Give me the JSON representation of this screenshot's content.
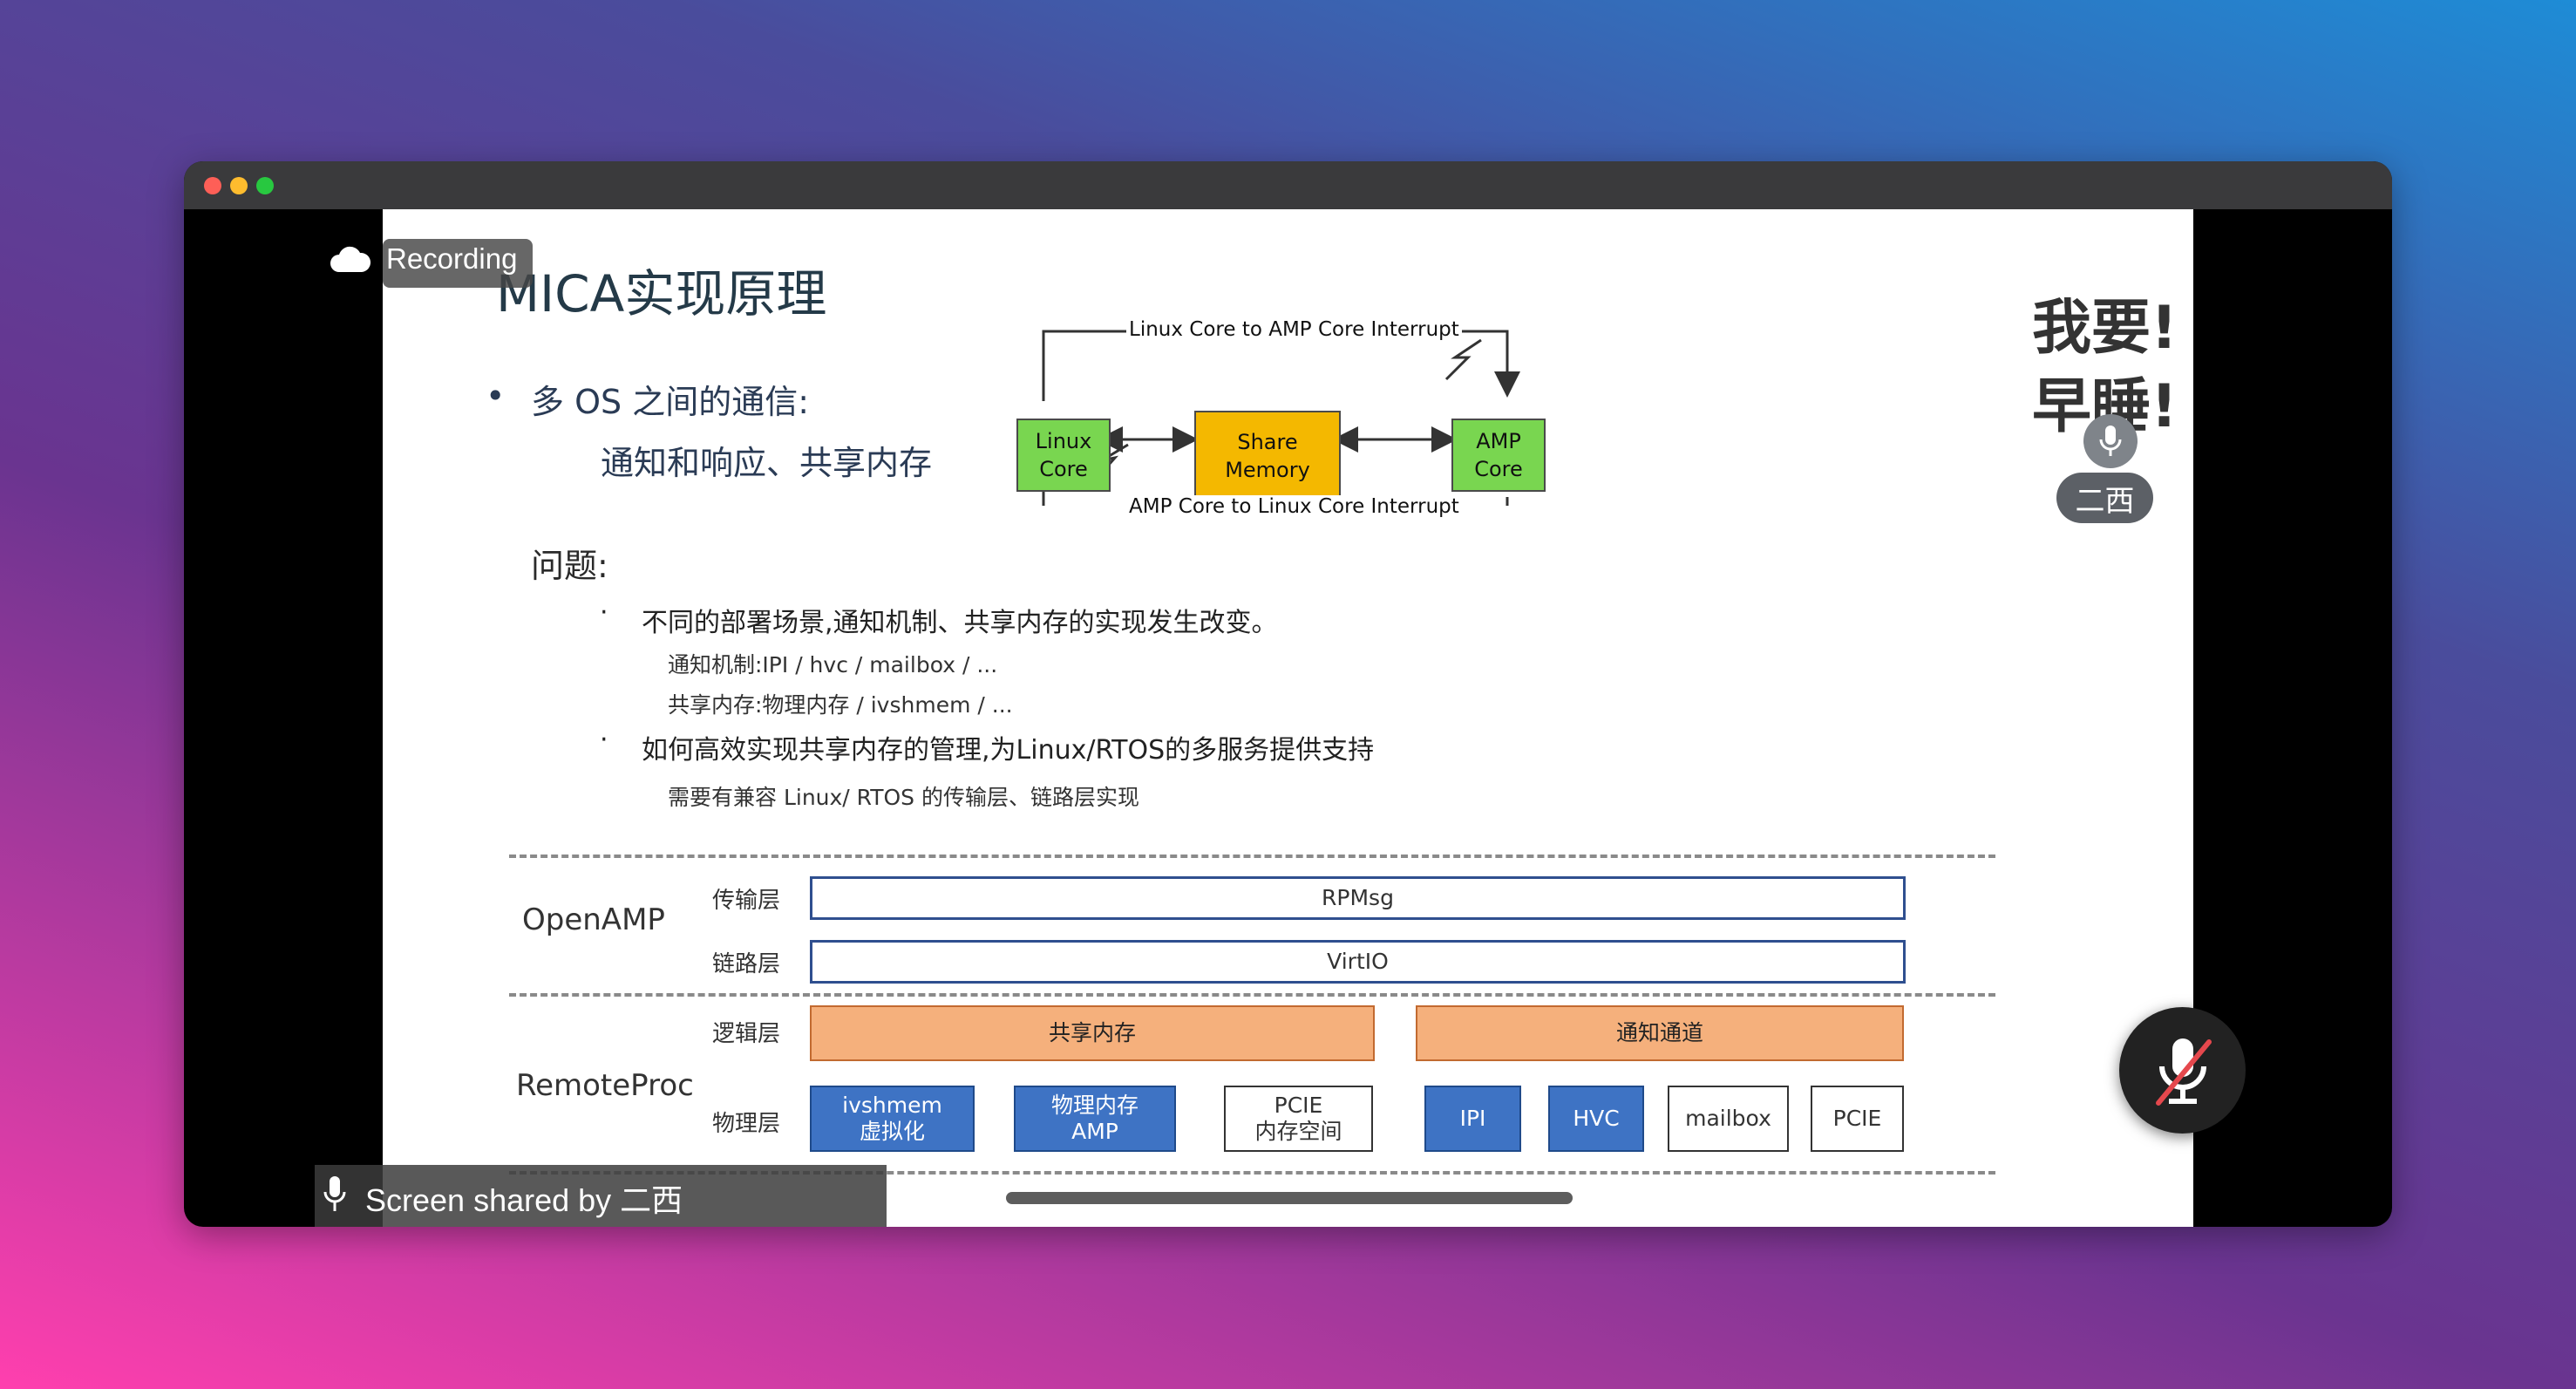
{
  "recording": {
    "label": "Recording"
  },
  "screen_share": {
    "label": "Screen shared by 二西"
  },
  "participant": {
    "name": "二西",
    "line1": "我要!",
    "line2": "早睡!"
  },
  "slide": {
    "title": "MICA实现原理",
    "bullet1": "多 OS 之间的通信:",
    "bullet1_sub": "通知和响应、共享内存",
    "issues_heading": "问题:",
    "issue1": "不同的部署场景,通知机制、共享内存的实现发生改变。",
    "issue1_sub1": "通知机制:IPI / hvc / mailbox / ...",
    "issue1_sub2": "共享内存:物理内存 / ivshmem / ...",
    "issue2": "如何高效实现共享内存的管理,为Linux/RTOS的多服务提供支持",
    "issue2_sub": "需要有兼容 Linux/ RTOS 的传输层、链路层实现",
    "diagram": {
      "linux_core_line1": "Linux",
      "linux_core_line2": "Core",
      "share_memory_line1": "Share",
      "share_memory_line2": "Memory",
      "amp_core_line1": "AMP",
      "amp_core_line2": "Core",
      "top_arrow_label": "Linux Core to AMP Core Interrupt",
      "bottom_arrow_label": "AMP Core to Linux Core Interrupt"
    },
    "arch": {
      "openamp": "OpenAMP",
      "remoteproc": "RemoteProc",
      "transport_layer": "传输层",
      "link_layer": "链路层",
      "logic_layer": "逻辑层",
      "physical_layer": "物理层",
      "rpmsg": "RPMsg",
      "virtio": "VirtIO",
      "shared_memory": "共享内存",
      "notify_channel": "通知通道",
      "ivshmem_line1": "ivshmem",
      "ivshmem_line2": "虚拟化",
      "physmem_line1": "物理内存",
      "physmem_line2": "AMP",
      "pcie_mem_line1": "PCIE",
      "pcie_mem_line2": "内存空间",
      "ipi": "IPI",
      "hvc": "HVC",
      "mailbox": "mailbox",
      "pcie": "PCIE"
    }
  }
}
